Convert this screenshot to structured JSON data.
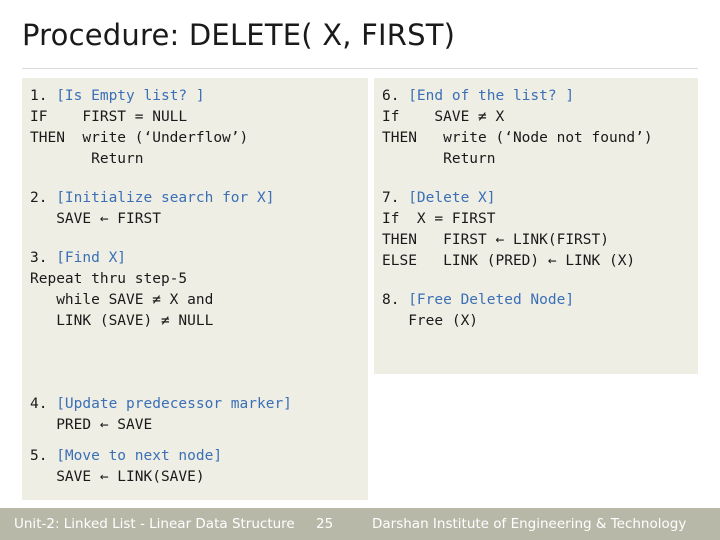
{
  "slide": {
    "title": "Procedure: DELETE( X, FIRST)",
    "left_panel_a": {
      "blocks": [
        {
          "lines": [
            {
              "prefix": "1. ",
              "tag": "[Is Empty list? ]",
              "code": ""
            },
            {
              "prefix": "",
              "tag": "",
              "code": "IF    FIRST = NULL"
            },
            {
              "prefix": "",
              "tag": "",
              "code": "THEN  write (‘Underflow’)"
            },
            {
              "prefix": "",
              "tag": "",
              "code": "       Return"
            }
          ]
        },
        {
          "lines": [
            {
              "prefix": "2. ",
              "tag": "[Initialize search for X]",
              "code": ""
            },
            {
              "prefix": "",
              "tag": "",
              "code": "   SAVE ← FIRST"
            }
          ]
        },
        {
          "lines": [
            {
              "prefix": "3. ",
              "tag": "[Find X]",
              "code": ""
            },
            {
              "prefix": "",
              "tag": "",
              "code": "Repeat thru step-5"
            },
            {
              "prefix": "",
              "tag": "",
              "code": "   while SAVE ≠ X and"
            },
            {
              "prefix": "",
              "tag": "",
              "code": "   LINK (SAVE) ≠ NULL"
            }
          ]
        }
      ]
    },
    "left_panel_b": {
      "blocks": [
        {
          "lines": [
            {
              "prefix": "4. ",
              "tag": "[Update predecessor marker]",
              "code": ""
            },
            {
              "prefix": "",
              "tag": "",
              "code": "   PRED ← SAVE"
            }
          ]
        },
        {
          "lines": [
            {
              "prefix": "5. ",
              "tag": "[Move to next node]",
              "code": ""
            },
            {
              "prefix": "",
              "tag": "",
              "code": "   SAVE ← LINK(SAVE)"
            }
          ]
        }
      ]
    },
    "right_panel": {
      "blocks": [
        {
          "lines": [
            {
              "prefix": "6. ",
              "tag": "[End of the list? ]",
              "code": ""
            },
            {
              "prefix": "",
              "tag": "",
              "code": "If    SAVE ≠ X"
            },
            {
              "prefix": "",
              "tag": "",
              "code": "THEN   write (‘Node not found’)"
            },
            {
              "prefix": "",
              "tag": "",
              "code": "       Return"
            }
          ]
        },
        {
          "lines": [
            {
              "prefix": "7. ",
              "tag": "[Delete X]",
              "code": ""
            },
            {
              "prefix": "",
              "tag": "",
              "code": "If  X = FIRST"
            },
            {
              "prefix": "",
              "tag": "",
              "code": "THEN   FIRST ← LINK(FIRST)"
            },
            {
              "prefix": "",
              "tag": "",
              "code": "ELSE   LINK (PRED) ← LINK (X)"
            }
          ]
        },
        {
          "lines": [
            {
              "prefix": "8. ",
              "tag": "[Free Deleted Node]",
              "code": ""
            },
            {
              "prefix": "",
              "tag": "",
              "code": "   Free (X)"
            }
          ]
        }
      ]
    },
    "footer": {
      "left": "Unit-2: Linked List - Linear Data Structure",
      "page_number": "25",
      "right": "Darshan Institute of Engineering & Technology"
    },
    "colors": {
      "panel_bg": "#eeeee4",
      "tag_color": "#3b6fb6",
      "footer_bg": "#b8b8a8"
    }
  }
}
